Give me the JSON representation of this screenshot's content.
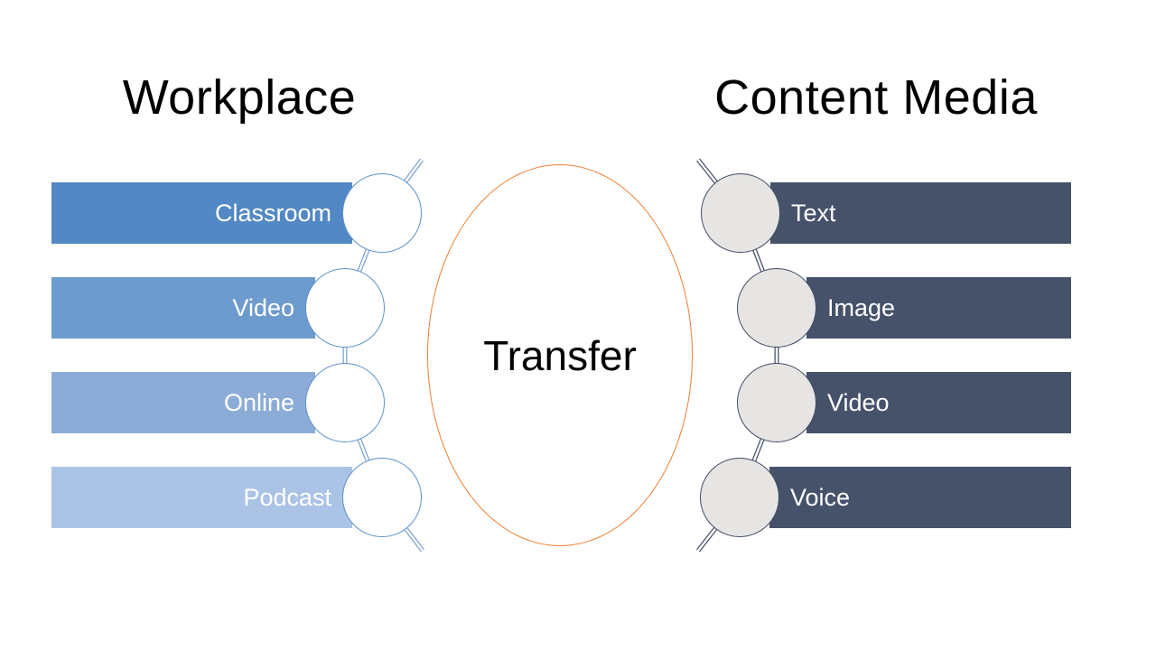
{
  "left": {
    "title": "Workplace",
    "items": [
      {
        "label": "Classroom",
        "color": "#5288C3"
      },
      {
        "label": "Video",
        "color": "#6D9BCE"
      },
      {
        "label": "Online",
        "color": "#8CACD8"
      },
      {
        "label": "Podcast",
        "color": "#ABC3E5"
      }
    ],
    "circle_fill": "#FFFFFF",
    "circle_outline": "#5E91C8",
    "connector_color": "#7FA5D3"
  },
  "center": {
    "label": "Transfer",
    "outline": "#ED7D31"
  },
  "right": {
    "title": "Content Media",
    "items": [
      {
        "label": "Text",
        "color": "#46526A"
      },
      {
        "label": "Image",
        "color": "#46526A"
      },
      {
        "label": "Video",
        "color": "#46526A"
      },
      {
        "label": "Voice",
        "color": "#46526A"
      }
    ],
    "circle_fill": "#E6E5E4",
    "circle_outline": "#414D62",
    "connector_color": "#4A566E"
  }
}
